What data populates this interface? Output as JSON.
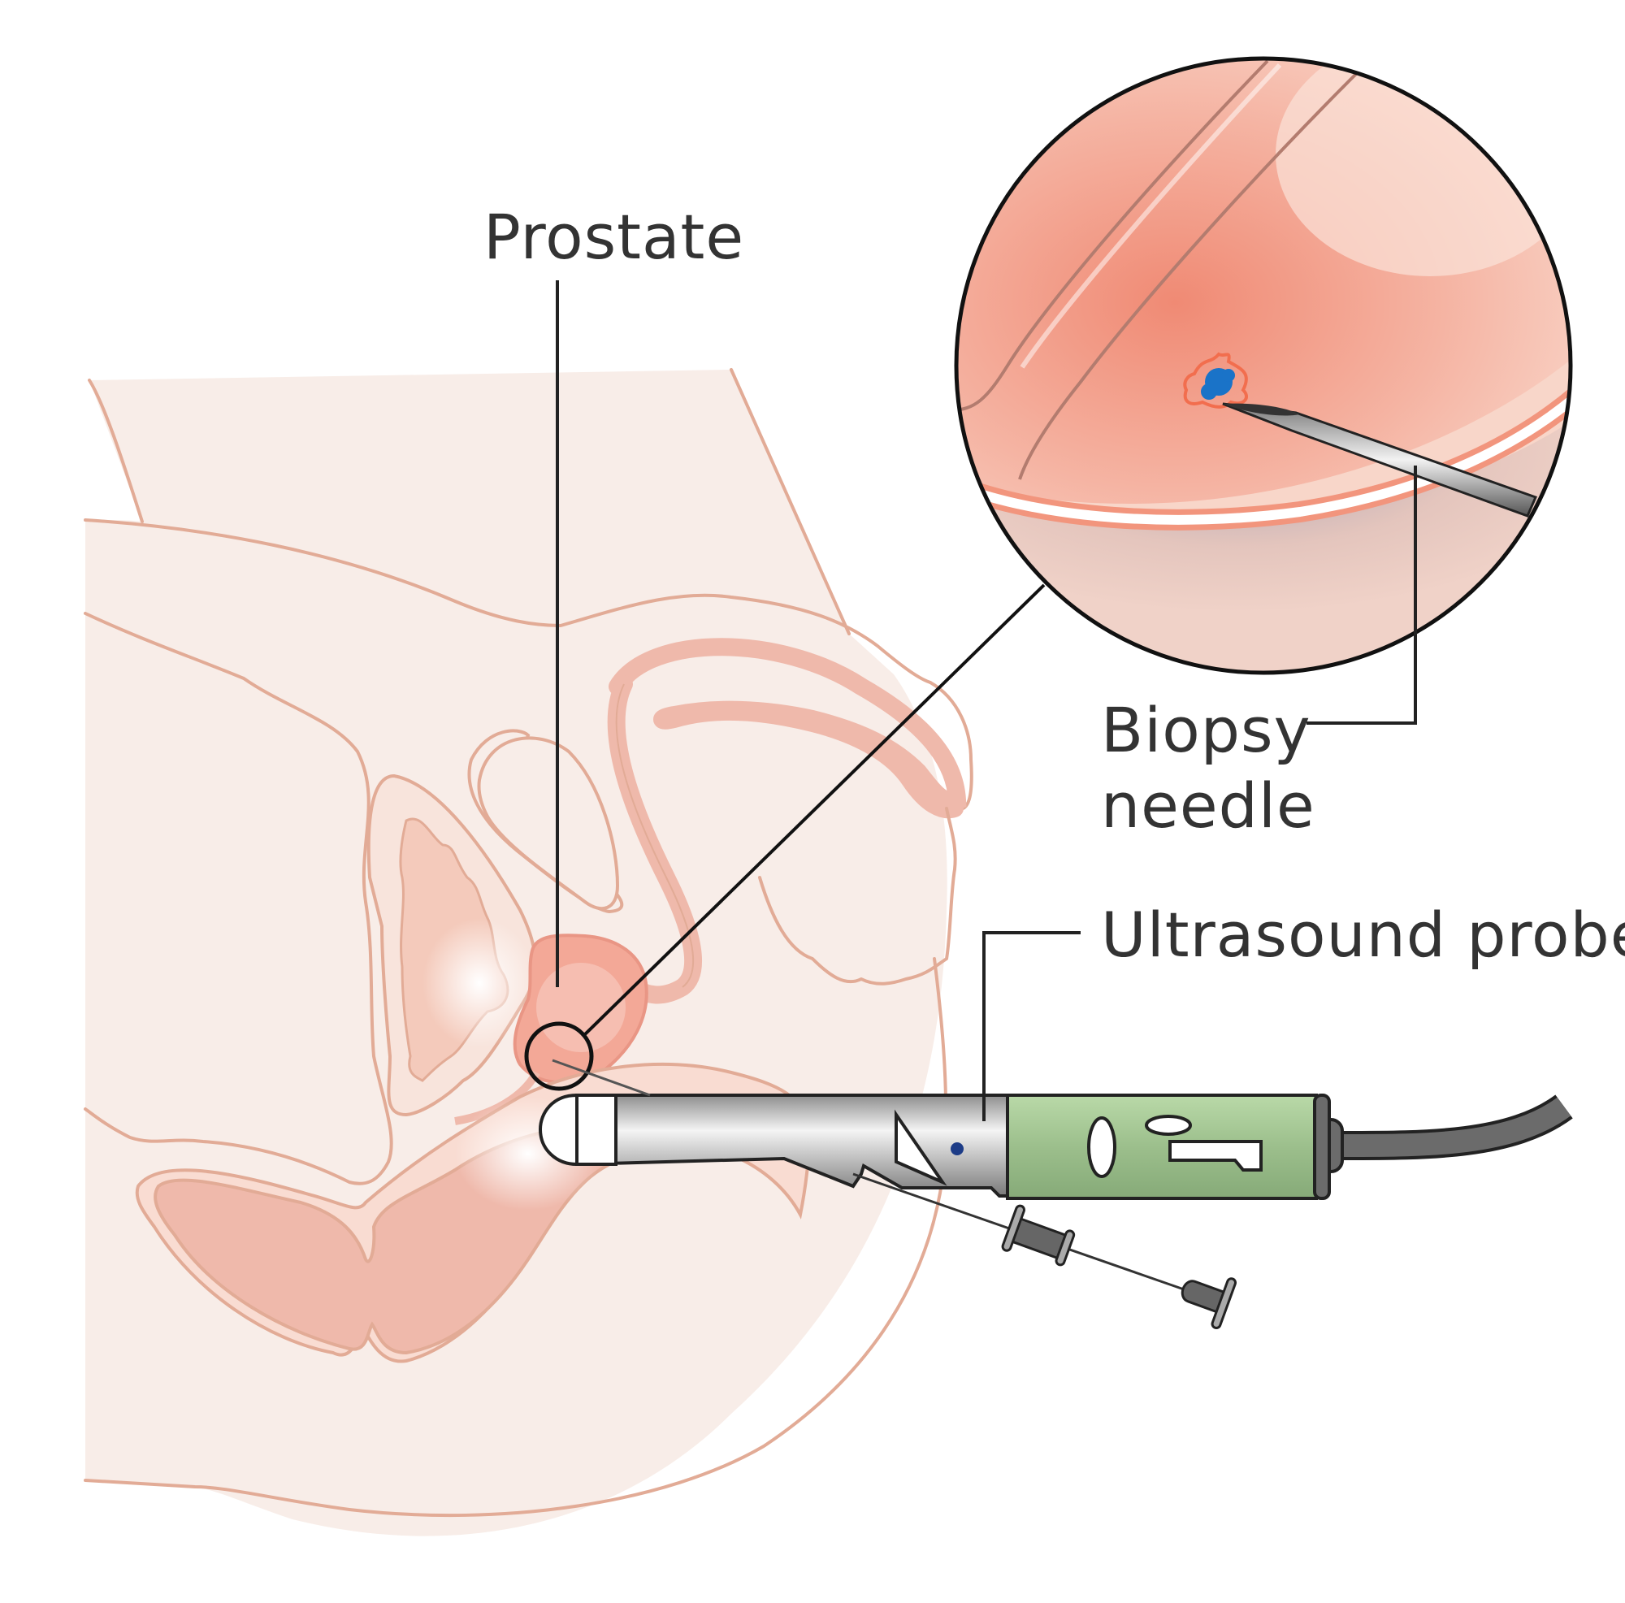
{
  "labels": {
    "prostate": "Prostate",
    "biopsy_line1": "Biopsy",
    "biopsy_line2": "needle",
    "ultrasound": "Ultrasound probe"
  },
  "colors": {
    "body_fill": "#f8ede8",
    "outline": "#e2ab96",
    "organ_fill": "#efb9ab",
    "prostate_fill": "#f3a897",
    "zoom_tissue": "#f2a08c",
    "tumour": "#1a73c8",
    "probe_metal": "#bdbdbd",
    "probe_handle": "#9fc28f",
    "cable": "#6b6b6b",
    "text": "#333333"
  }
}
